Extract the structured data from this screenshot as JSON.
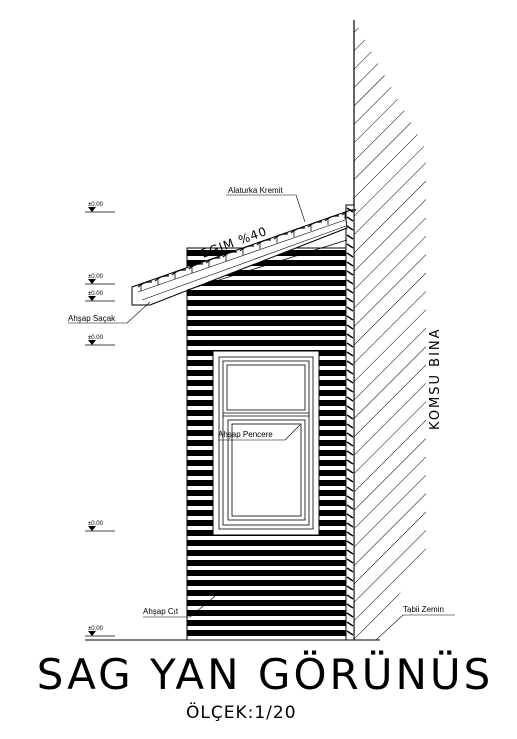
{
  "labels": {
    "roof_tile": "Alaturka Kremit",
    "slope": "EGIM %40",
    "eave": "Ahşap Saçak",
    "window": "Ahşap Pencere",
    "wall": "Ahşap Cıt",
    "ground": "Tabii Zemin",
    "neighbor": "KOMSU BINA"
  },
  "level_marks": [
    "±0.00",
    "±0.00",
    "±0.00",
    "±0.00",
    "±0.00",
    "±0.00"
  ],
  "title": "SAG YAN GÖRÜNÜS",
  "scale": "ÖLÇEK:1/20",
  "colors": {
    "ink": "#000000",
    "paper": "#ffffff"
  }
}
